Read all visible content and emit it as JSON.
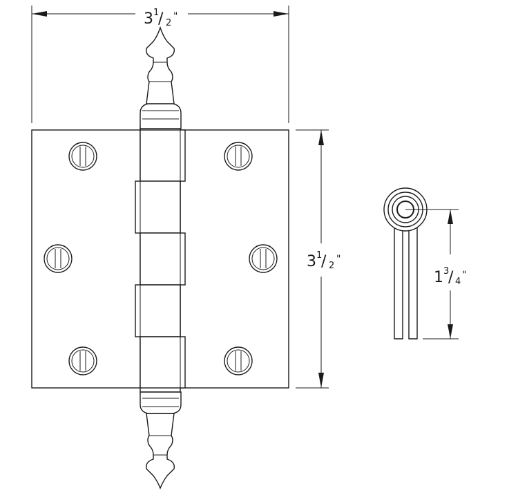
{
  "dimensions": {
    "width": {
      "whole": "3",
      "numerator": "1",
      "slash": "/",
      "denominator": "2",
      "unit": "\""
    },
    "height": {
      "whole": "3",
      "numerator": "1",
      "slash": "/",
      "denominator": "2",
      "unit": "\""
    },
    "leaf_width": {
      "whole": "1",
      "numerator": "3",
      "slash": "/",
      "denominator": "4",
      "unit": "\""
    }
  }
}
